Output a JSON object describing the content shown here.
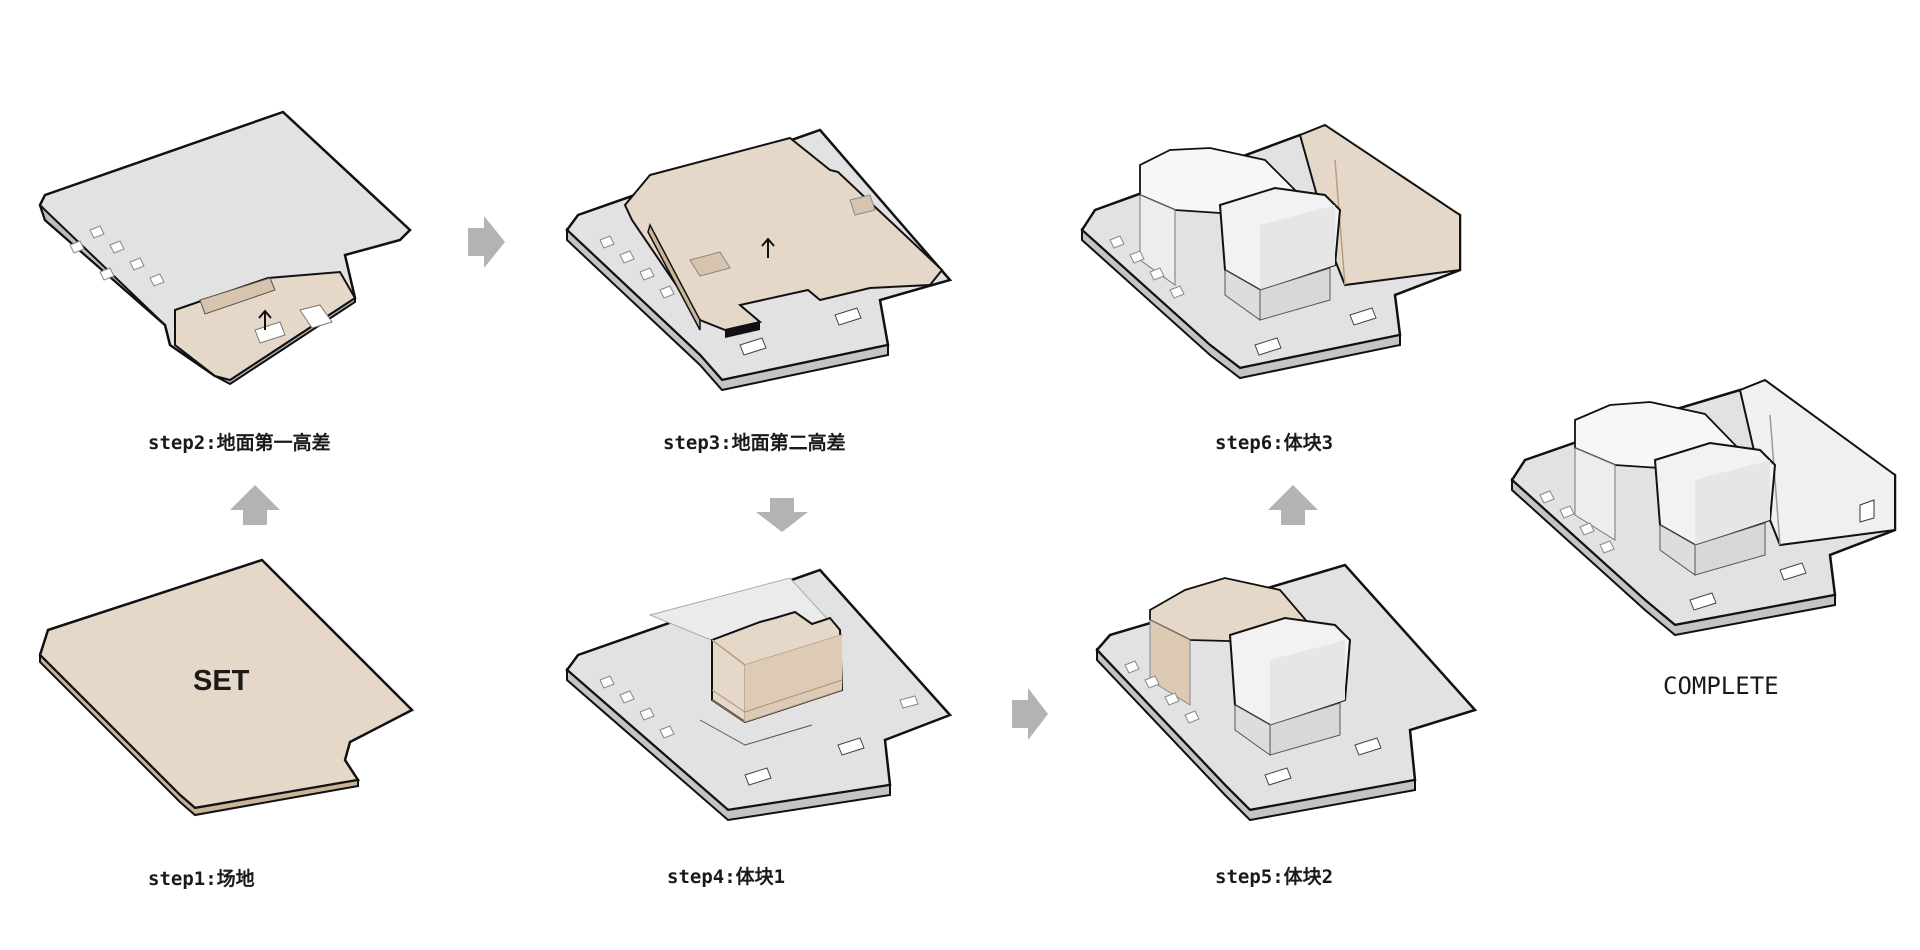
{
  "colors": {
    "ground": "#e3e3e3",
    "ground_light": "#ececec",
    "tan": "#e6d8c8",
    "tan_dark": "#d2bfa8",
    "outline": "#111111",
    "arrow": "#b3b3b3",
    "white_mass": "#f4f4f4"
  },
  "steps": [
    {
      "id": "step1",
      "label": "step1:场地",
      "center_text": "SET"
    },
    {
      "id": "step2",
      "label": "step2:地面第一高差",
      "arrow_icon": "up-arrow-icon"
    },
    {
      "id": "step3",
      "label": "step3:地面第二高差",
      "arrow_icon": "up-arrow-icon"
    },
    {
      "id": "step4",
      "label": "step4:体块1"
    },
    {
      "id": "step5",
      "label": "step5:体块2"
    },
    {
      "id": "step6",
      "label": "step6:体块3"
    },
    {
      "id": "complete",
      "label": "COMPLETE"
    }
  ],
  "flow_arrows": [
    {
      "from": "step1",
      "to": "step2",
      "direction": "up"
    },
    {
      "from": "step2",
      "to": "step3",
      "direction": "right"
    },
    {
      "from": "step3",
      "to": "step4",
      "direction": "down"
    },
    {
      "from": "step4",
      "to": "step5",
      "direction": "right"
    },
    {
      "from": "step5",
      "to": "step6",
      "direction": "up"
    }
  ]
}
